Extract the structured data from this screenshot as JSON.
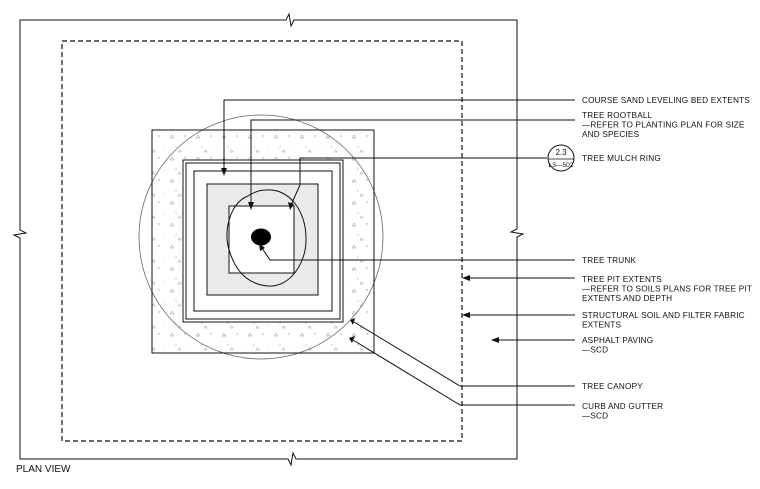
{
  "view_title": "PLAN VIEW",
  "callouts": {
    "sand_bed": "COURSE SAND LEVELING BED EXTENTS",
    "rootball": [
      "TREE ROOTBALL",
      "—REFER TO PLANTING PLAN FOR SIZE",
      "AND SPECIES"
    ],
    "mulch_ring": "TREE MULCH RING",
    "trunk": "TREE TRUNK",
    "pit_extents": [
      "TREE PIT EXTENTS",
      "—REFER TO SOILS PLANS FOR TREE PIT",
      "EXTENTS AND DEPTH"
    ],
    "structural_soil": [
      "STRUCTURAL SOIL AND FILTER FABRIC",
      "EXTENTS"
    ],
    "asphalt": [
      "ASPHALT PAVING",
      "—SCD"
    ],
    "canopy": "TREE CANOPY",
    "curb": [
      "CURB AND GUTTER",
      "—SCD"
    ]
  },
  "detail_ref": {
    "number": "2.3",
    "sheet": "L3—502"
  }
}
